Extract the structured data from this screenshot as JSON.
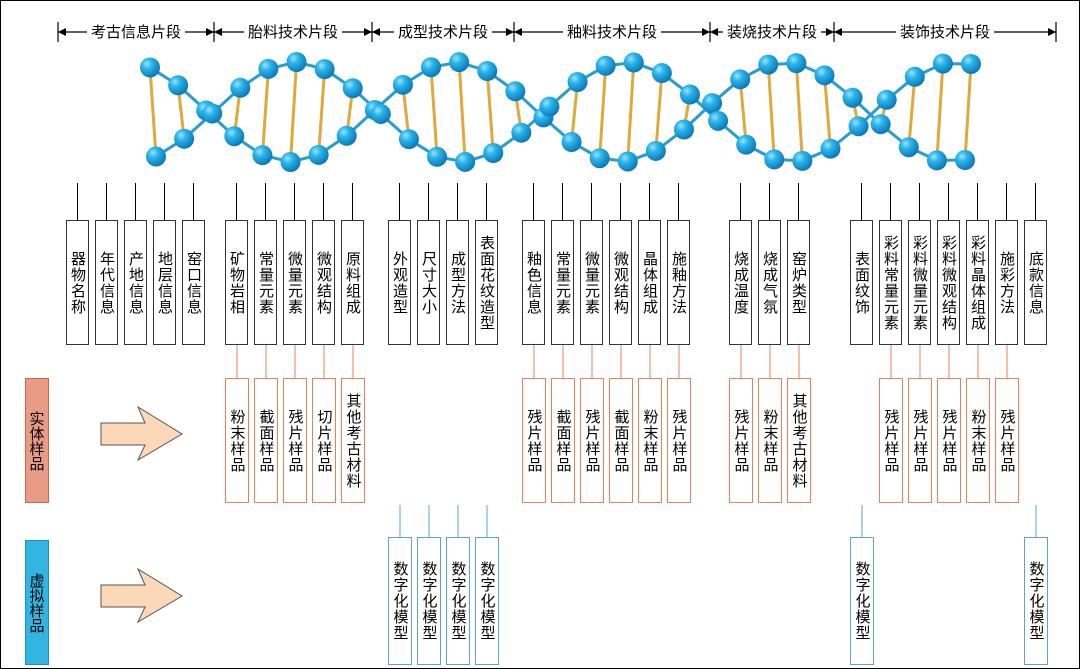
{
  "segments": [
    {
      "key": "archaeology",
      "label": "考古信息片段"
    },
    {
      "key": "body",
      "label": "胎料技术片段"
    },
    {
      "key": "forming",
      "label": "成型技术片段"
    },
    {
      "key": "glaze",
      "label": "釉料技术片段"
    },
    {
      "key": "firing",
      "label": "装烧技术片段"
    },
    {
      "key": "decoration",
      "label": "装饰技术片段"
    }
  ],
  "info_items": [
    "器物名称",
    "年代信息",
    "产地信息",
    "地层信息",
    "窑口信息",
    "矿物岩相",
    "常量元素",
    "微量元素",
    "微观结构",
    "原料组成",
    "外观造型",
    "尺寸大小",
    "成型方法",
    "表面花纹造型",
    "釉色信息",
    "常量元素",
    "微量元素",
    "微观结构",
    "晶体组成",
    "施釉方法",
    "烧成温度",
    "烧成气氛",
    "窑炉类型",
    "表面纹饰",
    "彩料常量元素",
    "彩料微量元素",
    "彩料微观结构",
    "彩料晶体组成",
    "施彩方法",
    "底款信息"
  ],
  "physical_samples": [
    "粉末样品",
    "截面样品",
    "残片样品",
    "切片样品",
    "其他考古材料",
    "残片样品",
    "截面样品",
    "残片样品",
    "截面样品",
    "粉末样品",
    "残片样品",
    "残片样品",
    "粉末样品",
    "其他考古材料",
    "残片样品",
    "残片样品",
    "残片样品",
    "粉末样品",
    "残片样品"
  ],
  "virtual_samples": [
    "数字化模型",
    "数字化模型",
    "数字化模型",
    "数字化模型",
    "数字化模型",
    "数字化模型"
  ],
  "side_labels": {
    "physical": "实体样品",
    "virtual": "虚拟样品"
  },
  "colors": {
    "ball": "#19a0db",
    "ball_highlight": "#8fdcff",
    "rod": "#e0a93a",
    "physical_line": "#e8805a",
    "virtual_line": "#5aa3d6",
    "physical_side": "#e99b86",
    "virtual_side": "#33b5e3",
    "arrow_fill": "#fbd9b8"
  }
}
